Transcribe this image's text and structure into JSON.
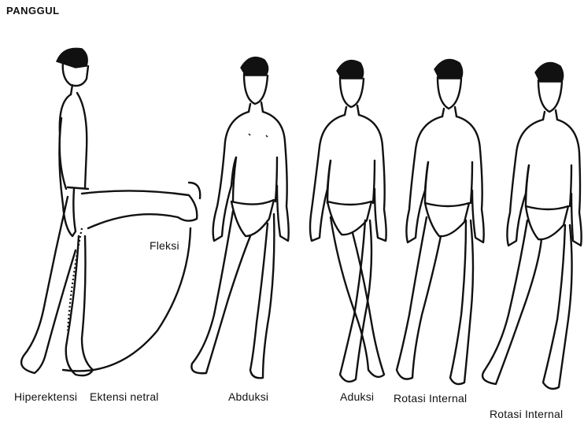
{
  "title": "PANGGUL",
  "labels": {
    "fleksi": "Fleksi",
    "hiperektensi": "Hiperektensi",
    "ektensi_netral": "Ektensi netral",
    "abduksi": "Abduksi",
    "aduksi": "Aduksi",
    "rotasi_internal": "Rotasi Internal",
    "rotasi_internal_2": "Rotasi Internal"
  },
  "colors": {
    "ink": "#111111",
    "background": "#ffffff"
  }
}
